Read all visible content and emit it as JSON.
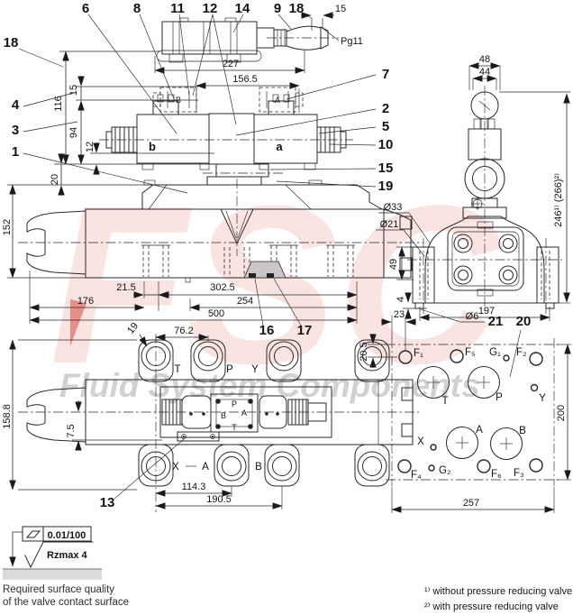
{
  "watermark": {
    "logo": "FSC",
    "company": "Fluid System Components"
  },
  "callouts": {
    "c1": "1",
    "c2": "2",
    "c3": "3",
    "c4": "4",
    "c5": "5",
    "c6": "6",
    "c7": "7",
    "c8": "8",
    "c9": "9",
    "c10": "10",
    "c11": "11",
    "c12": "12",
    "c13": "13",
    "c14": "14",
    "c15": "15",
    "c16": "16",
    "c17": "17",
    "c18_left": "18",
    "c18_top": "18",
    "c19": "19",
    "c20": "20",
    "c21": "21"
  },
  "top_view": {
    "d227": "227",
    "d15": "15",
    "gland": "Pg11"
  },
  "pilot_view": {
    "d156_5": "156.5",
    "sol_b": "b",
    "sol_a": "a",
    "sym_b": "B",
    "sym_a": "A"
  },
  "left_dims": {
    "d116": "116",
    "d15": "15",
    "d94": "94",
    "d12": "12",
    "d20": "20",
    "d152": "152"
  },
  "body_dims": {
    "d21_5": "21.5",
    "d302_5": "302.5",
    "d176": "176",
    "d254": "254",
    "d500": "500"
  },
  "end_view": {
    "d48": "48",
    "d44": "44",
    "d_height": "246¹⁾ (266)²⁾",
    "dia33": "Ø33",
    "dia21": "Ø21",
    "d49": "49",
    "d4": "4",
    "d197": "197",
    "dia6": "Ø6"
  },
  "bottom_view": {
    "d19": "19",
    "d76_2": "76.2",
    "d158_8": "158.8",
    "d7_5": "7.5",
    "d114_3": "114.3",
    "d190_5": "190.5",
    "port_t": "T",
    "port_p": "P",
    "port_y": "Y",
    "port_x": "X",
    "port_a": "A",
    "port_b": "B",
    "sym_p": "P",
    "sym_b": "B",
    "sym_a": "A",
    "sym_t": "T"
  },
  "port_pattern": {
    "d20_5": "20.5",
    "d23": "23",
    "d200": "200",
    "d257": "257",
    "f1": "F₁",
    "f2": "F₂",
    "f3": "F₃",
    "f4": "F₄",
    "f5": "F₅",
    "f6": "F₆",
    "g1": "G₁",
    "g2": "G₂",
    "t": "T",
    "p": "P",
    "y": "Y",
    "x": "X",
    "a": "A",
    "b": "B"
  },
  "surface_note": {
    "flatness": "0.01/100",
    "roughness": "Rzmax 4",
    "caption1": "Required surface quality",
    "caption2": "of the valve contact surface"
  },
  "footnotes": {
    "n1": "¹⁾ without pressure reducing valve",
    "n2": "²⁾ with pressure reducing valve"
  }
}
